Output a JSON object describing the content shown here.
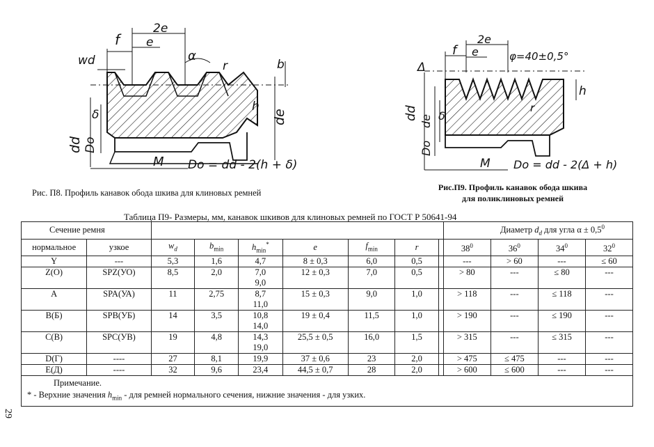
{
  "figure1": {
    "labels": {
      "f": "f",
      "two_e": "2e",
      "e": "e",
      "wd": "wd",
      "alpha": "α",
      "r": "r",
      "b": "b",
      "delta": "δ",
      "h": "h",
      "dd": "dd",
      "de": "de",
      "d0": "Do",
      "m": "M",
      "formula": "Do = dd - 2(h + δ)"
    },
    "caption": "Рис. П8. Профиль канавок обода шкива для клиновых ремней"
  },
  "figure2": {
    "labels": {
      "two_e": "2e",
      "f": "f",
      "e": "e",
      "phi": "φ=40±0,5°",
      "delta_cap": "Δ",
      "h": "h",
      "r": "r",
      "delta": "δ",
      "dd": "dd",
      "de": "de",
      "d0": "Do",
      "m": "M",
      "formula": "Do = dd - 2(Δ + h)"
    },
    "caption_line1": "Рис.П9. Профиль канавок обода шкива",
    "caption_line2": "для поликлиновых ремней"
  },
  "table": {
    "title": "Таблица П9- Размеры, мм, канавок шкивов для клиновых ремней по ГОСТ Р 50641-94",
    "header": {
      "section": "Сечение ремня",
      "diameter_prefix": "Диаметр ",
      "diameter_var": "d",
      "diameter_sub": "d",
      "diameter_suffix": " для угла α ± 0,5",
      "diameter_sup": "0",
      "normal": "нормальное",
      "narrow": "узкое",
      "wd": "w",
      "wd_sub": "d",
      "bmin": "b",
      "bmin_sub": "min",
      "hmin": "h",
      "hmin_sub": "min",
      "hmin_star": "*",
      "e": "e",
      "fmin": "f",
      "fmin_sub": "min",
      "r": "r",
      "a38": "38",
      "a36": "36",
      "a34": "34",
      "a32": "32",
      "deg": "0"
    },
    "rows": [
      {
        "normal": "Y",
        "narrow": "---",
        "wd": "5,3",
        "b": "1,6",
        "h1": "4,7",
        "h2": "",
        "e": "8 ± 0,3",
        "f": "6,0",
        "r": "0,5",
        "a38": "---",
        "a36": "> 60",
        "a34": "---",
        "a32": "≤ 60"
      },
      {
        "normal": "Z(O)",
        "narrow": "SPZ(УО)",
        "wd": "8,5",
        "b": "2,0",
        "h1": "7,0",
        "h2": "9,0",
        "e": "12 ± 0,3",
        "f": "7,0",
        "r": "0,5",
        "a38": "> 80",
        "a36": "---",
        "a34": "≤ 80",
        "a32": "---"
      },
      {
        "normal": "A",
        "narrow": "SPA(УА)",
        "wd": "11",
        "b": "2,75",
        "h1": "8,7",
        "h2": "11,0",
        "e": "15 ± 0,3",
        "f": "9,0",
        "r": "1,0",
        "a38": "> 118",
        "a36": "---",
        "a34": "≤ 118",
        "a32": "---"
      },
      {
        "normal": "B(Б)",
        "narrow": "SPB(УБ)",
        "wd": "14",
        "b": "3,5",
        "h1": "10,8",
        "h2": "14,0",
        "e": "19 ± 0,4",
        "f": "11,5",
        "r": "1,0",
        "a38": "> 190",
        "a36": "---",
        "a34": "≤ 190",
        "a32": "---"
      },
      {
        "normal": "C(B)",
        "narrow": "SPC(УВ)",
        "wd": "19",
        "b": "4,8",
        "h1": "14,3",
        "h2": "19,0",
        "e": "25,5 ± 0,5",
        "f": "16,0",
        "r": "1,5",
        "a38": "> 315",
        "a36": "---",
        "a34": "≤ 315",
        "a32": "---"
      },
      {
        "normal": "D(Г)",
        "narrow": "----",
        "wd": "27",
        "b": "8,1",
        "h1": "19,9",
        "h2": "",
        "e": "37 ± 0,6",
        "f": "23",
        "r": "2,0",
        "a38": "> 475",
        "a36": "≤ 475",
        "a34": "---",
        "a32": "---"
      },
      {
        "normal": "E(Д)",
        "narrow": "----",
        "wd": "32",
        "b": "9,6",
        "h1": "23,4",
        "h2": "",
        "e": "44,5 ± 0,7",
        "f": "28",
        "r": "2,0",
        "a38": "> 600",
        "a36": "≤ 600",
        "a34": "---",
        "a32": "---"
      }
    ],
    "note_title": "Примечание.",
    "note_prefix": "* - Верхние значения ",
    "note_var": "h",
    "note_sub": "min",
    "note_suffix": " - для ремней нормального сечения, нижние значения - для узких."
  },
  "page_number": "29"
}
